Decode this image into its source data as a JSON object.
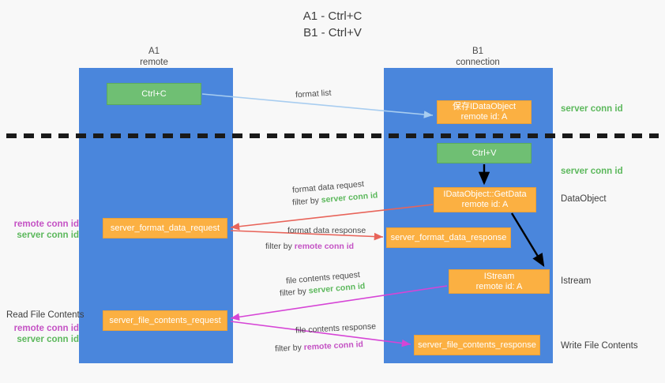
{
  "title": {
    "line1": "A1 - Ctrl+C",
    "line2": "B1 - Ctrl+V"
  },
  "columns": [
    {
      "name": "A1",
      "sub": "remote"
    },
    {
      "name": "B1",
      "sub": "connection"
    }
  ],
  "boxes": {
    "ctrl_c": "Ctrl+C",
    "save_idataobject_l1": "保存IDataObject",
    "save_idataobject_l2": "remote id: A",
    "ctrl_v": "Ctrl+V",
    "getdata_l1": "IDataObject::GetData",
    "getdata_l2": "remote id: A",
    "server_format_data_request": "server_format_data_request",
    "server_format_data_response": "server_format_data_response",
    "istream_l1": "IStream",
    "istream_l2": "remote id: A",
    "server_file_contents_request": "server_file_contents_request",
    "server_file_contents_response": "server_file_contents_response"
  },
  "side_labels": {
    "server_conn_id_top": "server conn id",
    "server_conn_id_mid": "server conn id",
    "dataobject": "DataObject",
    "istream": "Istream",
    "write_file_contents": "Write File Contents"
  },
  "left_labels": {
    "remote_conn_id": "remote conn id",
    "server_conn_id": "server conn id",
    "read_file_contents": "Read File Contents",
    "remote_conn_id_2": "remote conn id",
    "server_conn_id_2": "server conn id"
  },
  "edges": {
    "format_list": "format list",
    "format_data_request": "format data request",
    "format_data_filter_prefix": "filter by ",
    "format_data_filter_server": "server conn id",
    "format_data_response": "format data response",
    "format_data_resp_filter_prefix": "filter by ",
    "format_data_resp_filter_remote": "remote conn id",
    "file_contents_request": "file contents request",
    "file_contents_filter_prefix": "filter by ",
    "file_contents_filter_server": "server conn id",
    "file_contents_response": "file contents response",
    "file_contents_resp_filter_prefix": "filter by ",
    "file_contents_resp_filter_remote": "remote conn id"
  },
  "colors": {
    "lane": "#4a86dc",
    "green_box": "#6fbf73",
    "orange_box": "#fbb042",
    "server_conn_id": "#5cb85c",
    "remote_conn_id": "#c452c4",
    "arrow_blue": "#a8cdf0",
    "arrow_red": "#e8645a",
    "arrow_magenta": "#d645d6",
    "arrow_black": "#000000",
    "divider": "#1a1a1a"
  }
}
